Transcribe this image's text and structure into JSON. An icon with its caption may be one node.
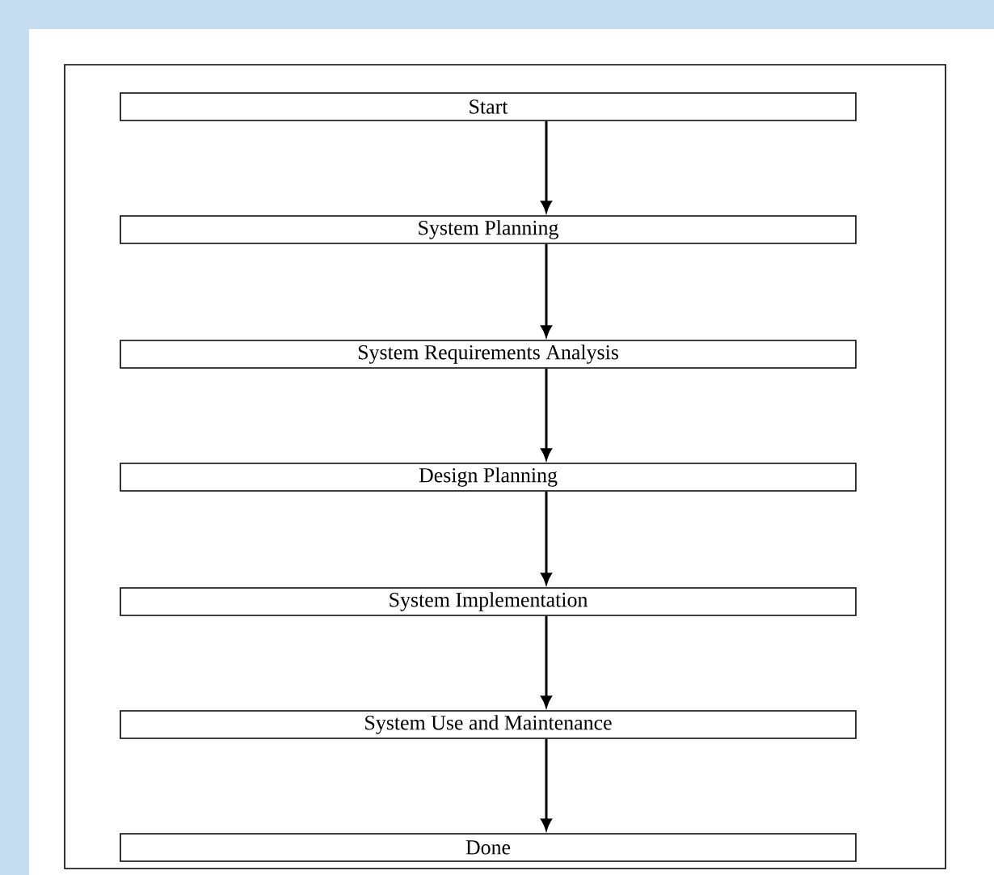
{
  "diagram": {
    "nodes": [
      {
        "text": [
          "Start"
        ]
      },
      {
        "text": [
          "System Planning"
        ]
      },
      {
        "text": [
          "System Requirements Analysis"
        ]
      },
      {
        "text": [
          "Design Planning"
        ]
      },
      {
        "text": [
          "System Implementation"
        ]
      },
      {
        "text": [
          "System Use and Maintenance"
        ]
      },
      {
        "text": [
          "Done"
        ]
      }
    ],
    "edges": [
      {
        "from": 0,
        "to": 1,
        "arrow": "to"
      },
      {
        "from": 1,
        "to": 2,
        "arrow": "to"
      },
      {
        "from": 2,
        "to": 3,
        "arrow": "to"
      },
      {
        "from": 3,
        "to": 4,
        "arrow": "to"
      },
      {
        "from": 4,
        "to": 5,
        "arrow": "to"
      },
      {
        "from": 5,
        "to": 6,
        "arrow": "to"
      }
    ]
  }
}
